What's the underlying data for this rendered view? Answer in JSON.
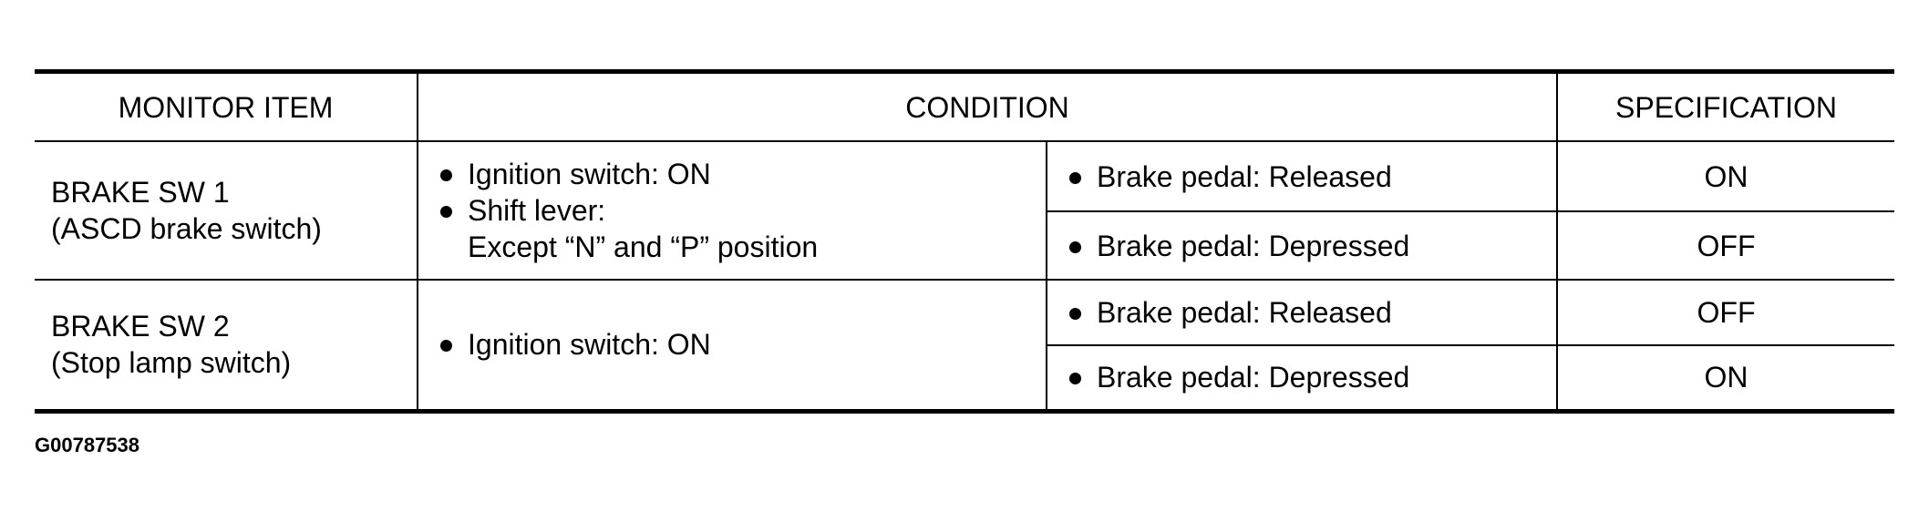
{
  "table": {
    "headers": {
      "monitor_item": "MONITOR ITEM",
      "condition": "CONDITION",
      "specification": "SPECIFICATION"
    },
    "groups": [
      {
        "item_line1": "BRAKE SW 1",
        "item_line2": "(ASCD brake switch)",
        "conditions": [
          {
            "text": "Ignition switch: ON",
            "sub": ""
          },
          {
            "text": "Shift lever:",
            "sub": "Except “N” and “P” position"
          }
        ],
        "rows": [
          {
            "pedal": "Brake pedal: Released",
            "spec": "ON"
          },
          {
            "pedal": "Brake pedal: Depressed",
            "spec": "OFF"
          }
        ]
      },
      {
        "item_line1": "BRAKE SW 2",
        "item_line2": "(Stop lamp switch)",
        "conditions": [
          {
            "text": "Ignition switch: ON",
            "sub": ""
          }
        ],
        "rows": [
          {
            "pedal": "Brake pedal: Released",
            "spec": "OFF"
          },
          {
            "pedal": "Brake pedal: Depressed",
            "spec": "ON"
          }
        ]
      }
    ]
  },
  "footer": {
    "code": "G00787538"
  }
}
